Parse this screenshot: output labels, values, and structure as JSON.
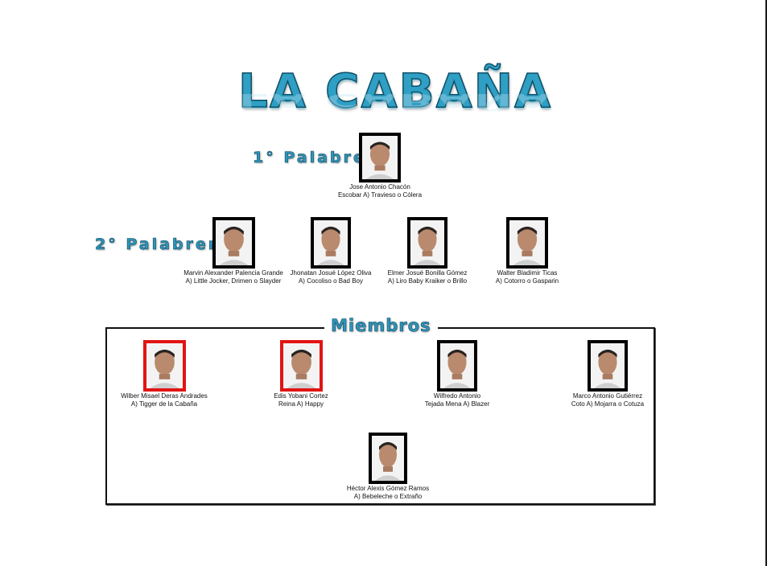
{
  "title": "LA CABAÑA",
  "ranks": {
    "first": "1° Palabrero",
    "second": "2° Palabreros",
    "members": "Miembros"
  },
  "first_palabrero": {
    "name": "Jose Antonio Chacón",
    "alias": "Escobar A) Travieso o Cólera",
    "frame": "black"
  },
  "second_palabreros": [
    {
      "name": "Marvin Alexander Palencia Grande",
      "alias": "A) Little Jocker, Drimen o Slayder",
      "frame": "black"
    },
    {
      "name": "Jhonatan Josué López Oliva",
      "alias": "A) Cocoliso o  Bad Boy",
      "frame": "black"
    },
    {
      "name": "Elmer Josué Bonilla Gómez",
      "alias": "A) Liro Baby Kraiker o Brillo",
      "frame": "black"
    },
    {
      "name": "Walter Bladimir Ticas",
      "alias": "A) Cotorro o Gasparin",
      "frame": "black"
    }
  ],
  "members": [
    {
      "name": "Wilber Misael Deras Andrades",
      "alias": "A) Tigger de la Cabaña",
      "frame": "red"
    },
    {
      "name": "Edis Yobani Cortez",
      "alias": "Reina A) Happy",
      "frame": "red"
    },
    {
      "name": "Wilfredo Antonio",
      "alias": "Tejada Mena A) Blazer",
      "frame": "black"
    },
    {
      "name": "Marco Antonio Gutiérrez",
      "alias": "Coto A) Mojarra o Cotuza",
      "frame": "black"
    },
    {
      "name": "Héctor Alexis Gómez Ramos",
      "alias": "A) Bebeleche o Extraño",
      "frame": "black"
    }
  ],
  "colors": {
    "title_fill": "#2f9fc4",
    "title_outline": "#0f4f66",
    "frame_black": "#000000",
    "frame_red": "#e21414"
  }
}
